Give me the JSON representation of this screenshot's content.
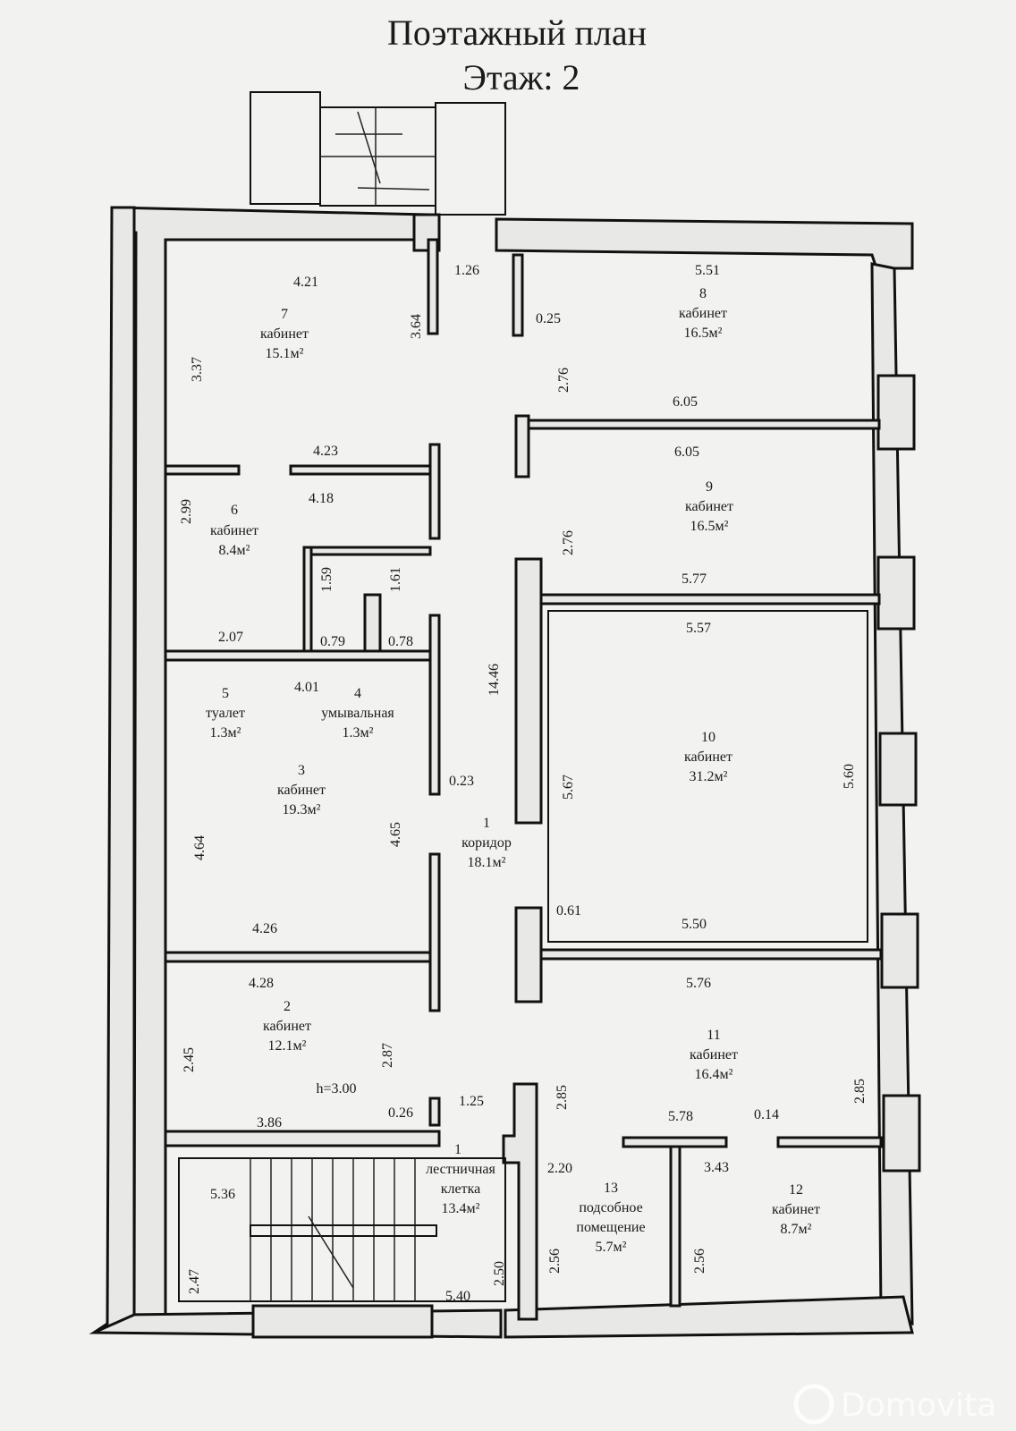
{
  "title": {
    "line1": "Поэтажный план",
    "line2": "Этаж: 2"
  },
  "watermark": "Domovita",
  "rooms": [
    {
      "number": "7",
      "name": "кабинет",
      "area": "15.1м²"
    },
    {
      "number": "8",
      "name": "кабинет",
      "area": "16.5м²"
    },
    {
      "number": "9",
      "name": "кабинет",
      "area": "16.5м²"
    },
    {
      "number": "6",
      "name": "кабинет",
      "area": "8.4м²"
    },
    {
      "number": "5",
      "name": "туалет",
      "area": "1.3м²"
    },
    {
      "number": "4",
      "name": "умывальная",
      "area": "1.3м²"
    },
    {
      "number": "3",
      "name": "кабинет",
      "area": "19.3м²"
    },
    {
      "number": "1",
      "name": "коридор",
      "area": "18.1м²"
    },
    {
      "number": "10",
      "name": "кабинет",
      "area": "31.2м²"
    },
    {
      "number": "2",
      "name": "кабинет",
      "area": "12.1м²"
    },
    {
      "number": "11",
      "name": "кабинет",
      "area": "16.4м²"
    },
    {
      "number": "1",
      "name": "лестничная",
      "name2": "клетка",
      "area": "13.4м²"
    },
    {
      "number": "13",
      "name": "подсобное",
      "name2": "помещение",
      "area": "5.7м²"
    },
    {
      "number": "12",
      "name": "кабинет",
      "area": "8.7м²"
    }
  ],
  "ceiling_height": "h=3.00",
  "dimensions": [
    "4.21",
    "3.64",
    "3.37",
    "1.26",
    "5.51",
    "0.25",
    "2.76",
    "6.05",
    "4.23",
    "4.18",
    "2.99",
    "6.05",
    "2.76",
    "1.59",
    "1.61",
    "5.77",
    "2.07",
    "0.79",
    "0.78",
    "5.57",
    "4.01",
    "14.46",
    "0.23",
    "5.67",
    "5.60",
    "4.64",
    "4.65",
    "0.61",
    "5.50",
    "4.26",
    "4.28",
    "5.76",
    "2.45",
    "2.87",
    "2.85",
    "2.85",
    "1.25",
    "0.26",
    "3.86",
    "5.78",
    "0.14",
    "2.20",
    "3.43",
    "5.36",
    "2.47",
    "2.56",
    "2.56",
    "2.50",
    "5.40"
  ]
}
